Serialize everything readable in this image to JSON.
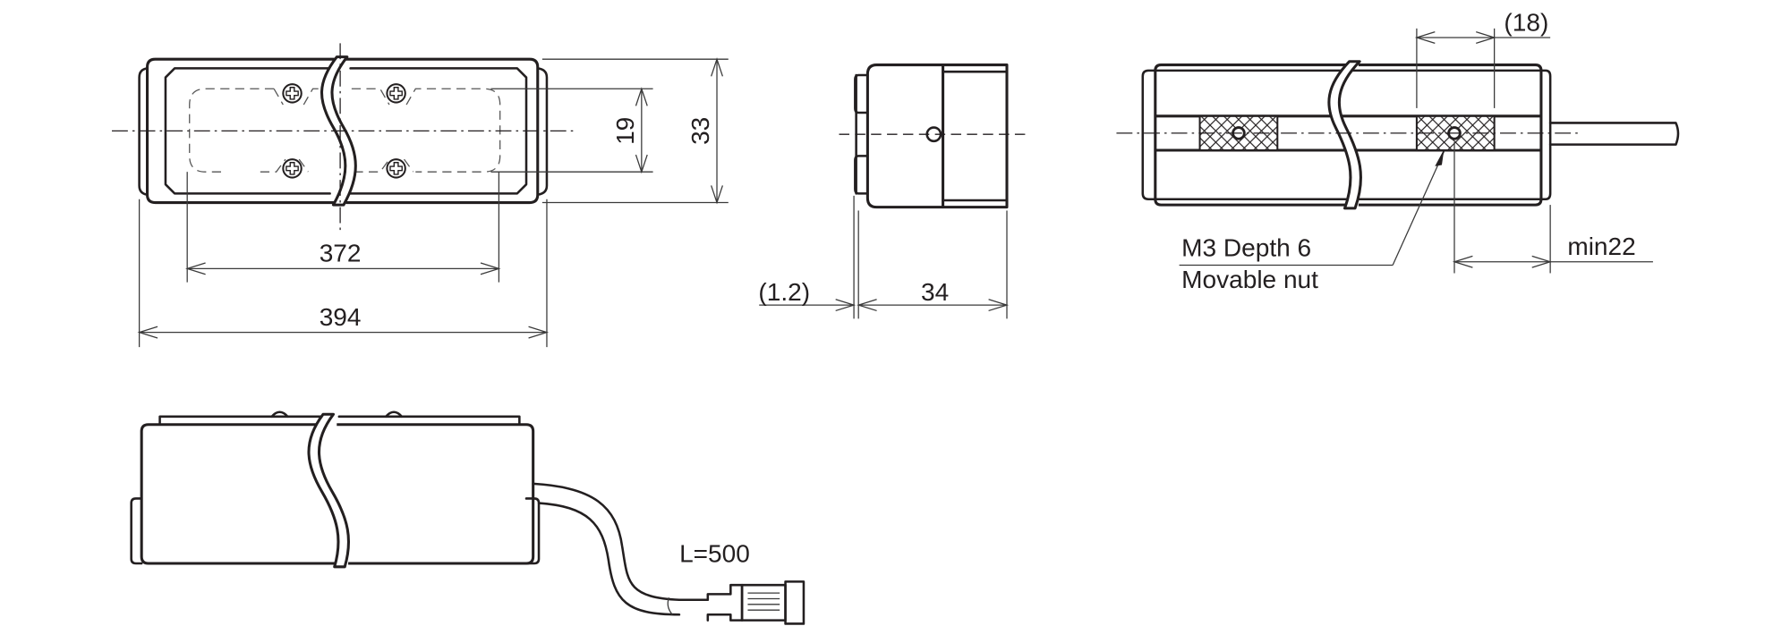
{
  "drawing": {
    "type": "mechanical dimension drawing",
    "units": "mm",
    "colors": {
      "line": "#231f20",
      "background": "#ffffff"
    },
    "views": {
      "front": {
        "dimensions": {
          "length_inner": "372",
          "length_overall": "394",
          "inner_height": "19",
          "overall_height": "33"
        },
        "icons": [
          "phillips-screw-icon",
          "phillips-screw-icon",
          "phillips-screw-icon",
          "phillips-screw-icon"
        ]
      },
      "side": {
        "dimensions": {
          "protrusion": "(1.2)",
          "depth": "34"
        }
      },
      "top": {
        "dimensions": {
          "nut_pitch": "(18)",
          "cable_clearance": "min22"
        },
        "notes": {
          "nut_line1": "M3 Depth 6",
          "nut_line2": "Movable nut"
        }
      },
      "bottom": {
        "notes": {
          "cable_length": "L=500"
        }
      }
    }
  }
}
